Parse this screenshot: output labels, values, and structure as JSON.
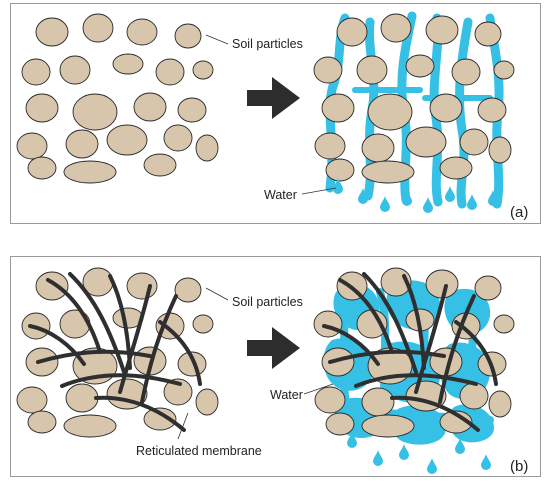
{
  "panels": [
    {
      "id": "a",
      "label": "(a)",
      "annotations": {
        "soil_particles": "Soil particles",
        "water": "Water"
      }
    },
    {
      "id": "b",
      "label": "(b)",
      "annotations": {
        "soil_particles": "Soil particles",
        "water": "Water",
        "reticulated_membrane": "Reticulated membrane"
      }
    }
  ],
  "colors": {
    "particle_fill": "#d8c6ac",
    "particle_stroke": "#2a2a2a",
    "water": "#36c0e6",
    "membrane": "#2f2f2f",
    "arrow": "#2d2d2d",
    "frame": "#9a9a9a"
  }
}
